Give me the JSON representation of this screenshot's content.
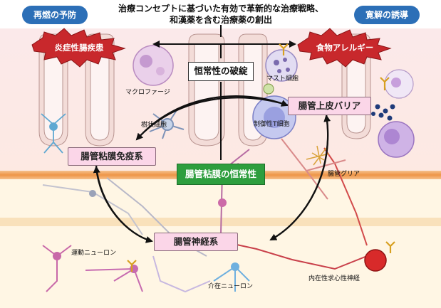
{
  "top_left_badge": "再燃の予防",
  "top_right_badge": "寛解の誘導",
  "title_line1": "治療コンセプトに基づいた有効で革新的な治療戦略、",
  "title_line2": "和漢薬を含む治療薬の創出",
  "left_burst": "炎症性腸疾患",
  "right_burst": "食物アレルギー",
  "center_box": "恒常性の破綻",
  "green_box": "腸管粘膜の恒常性",
  "box_immune": "腸管粘膜免疫系",
  "box_barrier": "腸管上皮バリア",
  "box_nervous": "腸管神経系",
  "labels": {
    "macrophage": "マクロファージ",
    "mast": "マスト細胞",
    "dendritic": "樹状細胞",
    "treg": "制御性T細胞",
    "glia": "腸管グリア",
    "motor": "運動ニューロン",
    "inter": "介在ニューロン",
    "ipan": "内在性求心性神経"
  },
  "colors": {
    "badge_blue": "#2c6fb7",
    "burst_red": "#c8282c",
    "pink_box": "#fbd6e8",
    "green_box": "#2e9e3e",
    "band_orange": "#f2a15c"
  }
}
